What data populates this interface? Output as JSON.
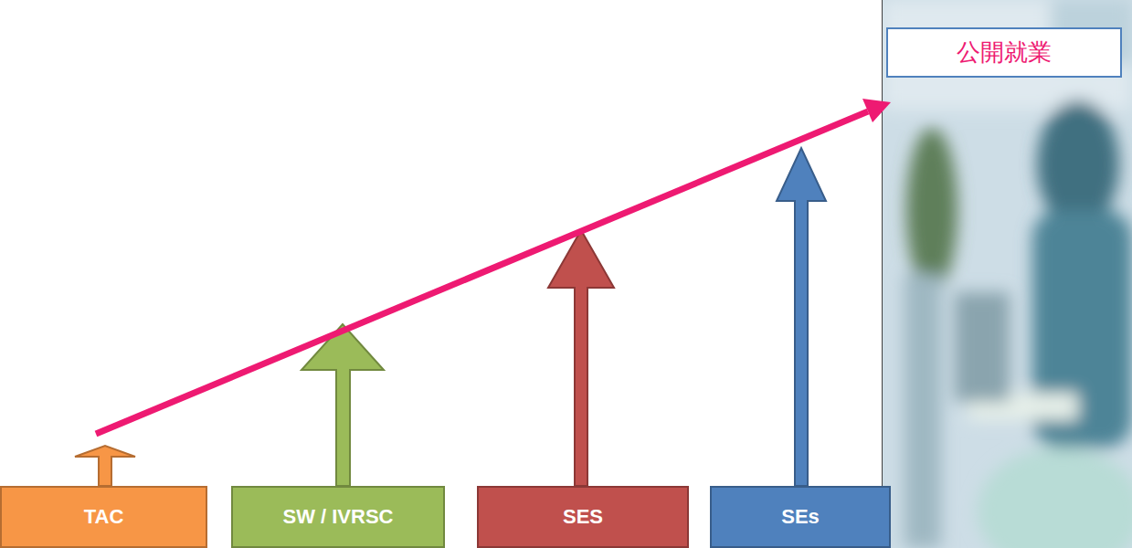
{
  "diagram": {
    "nodes": [
      {
        "text": [
          "公開就業"
        ]
      },
      {
        "text": [
          "TAC"
        ]
      },
      {
        "text": [
          "SW / IVRSC"
        ]
      },
      {
        "text": [
          "SES"
        ]
      },
      {
        "text": [
          "SEs"
        ]
      }
    ]
  }
}
